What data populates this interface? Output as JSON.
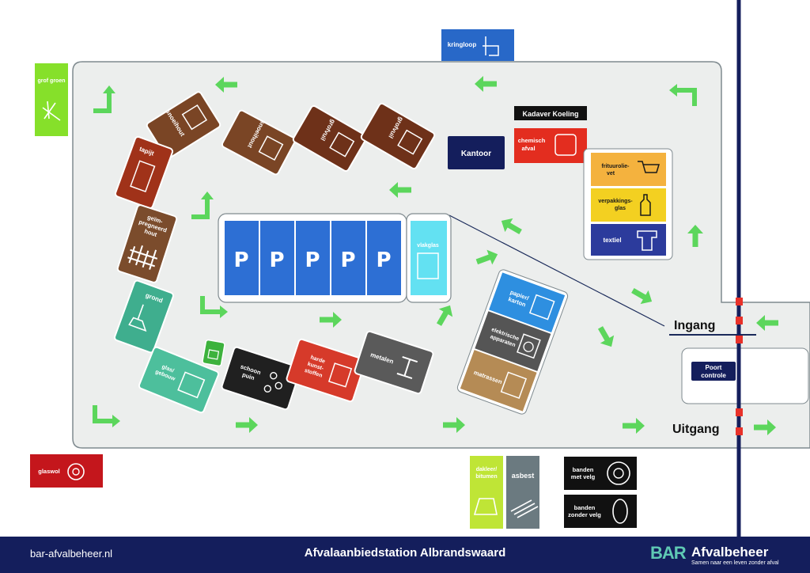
{
  "labels": {
    "kringloop": "kringloop",
    "grof_groen": "grof groen",
    "kadaver": "Kadaver Koeling",
    "kantoor": "Kantoor",
    "chemisch": [
      "chemisch",
      "afval"
    ],
    "snoeihout": "snoeihout",
    "grofvuil": "grofvuil",
    "tapijt": "tapijt",
    "geimpregneerd": [
      "geïm-",
      "pregneerd",
      "hout"
    ],
    "grond": "grond",
    "glas_gebouwen": [
      "glas/",
      "gebouw"
    ],
    "small_green": "",
    "schoon_puin": [
      "schoon",
      "puin"
    ],
    "harde_kunststoffen": [
      "harde",
      "kunst-",
      "stoffen"
    ],
    "metalen": "metalen",
    "papier_karton": [
      "papier/",
      "karton"
    ],
    "elektrische_apparaten": [
      "elektrische",
      "apparaten"
    ],
    "matrassen": "matrassen",
    "frituurolie": [
      "frituurolie-",
      "vet"
    ],
    "verpakkingsglas": [
      "verpakkings-",
      "glas"
    ],
    "textiel": "textiel",
    "vlakglas": "vlakglas",
    "parking": "P",
    "ingang": "Ingang",
    "uitgang": "Uitgang",
    "poort": [
      "Poort",
      "controle"
    ],
    "glaswol": "glaswol",
    "dakleer": [
      "dakleer/",
      "bitumen"
    ],
    "asbest": "asbest",
    "banden_met": [
      "banden",
      "met velg"
    ],
    "banden_zonder": [
      "banden",
      "zonder velg"
    ]
  },
  "footer": {
    "site": "bar-afvalbeheer.nl",
    "title": "Afvalaanbiedstation Albrandswaard",
    "logo_mark": "BAR",
    "logo_name": "Afvalbeheer",
    "tagline": "Samen naar een leven zonder afval"
  },
  "colors": {
    "navy": "#141e5c",
    "road": "#eceeed",
    "arrow": "#5cd65c",
    "snoeihout": "#7a4525",
    "grofvuil": "#6e3119",
    "tapijt": "#a03219",
    "geimpregneerd": "#7b4c2c",
    "grond": "#3fae8e",
    "glas_gebouwen": "#4dbf9c",
    "schoon_puin": "#202020",
    "harde_kunststoffen": "#d63a2a",
    "metalen": "#5a5a5a",
    "papier": "#2e8fe0",
    "elektrisch": "#555555",
    "matrassen": "#b58b55",
    "chemisch": "#e32d1f",
    "frituur": "#f4b23e",
    "verpakkingsglas": "#f3d021",
    "textiel": "#2c3b9c",
    "parking": "#2d6fd4",
    "vlakglas": "#63e1f2",
    "grof_groen": "#86e02a",
    "kringloop": "#2868c8",
    "glaswol": "#c4161c",
    "dakleer": "#bfe536",
    "asbest": "#6b7a80",
    "banden": "#111111"
  }
}
